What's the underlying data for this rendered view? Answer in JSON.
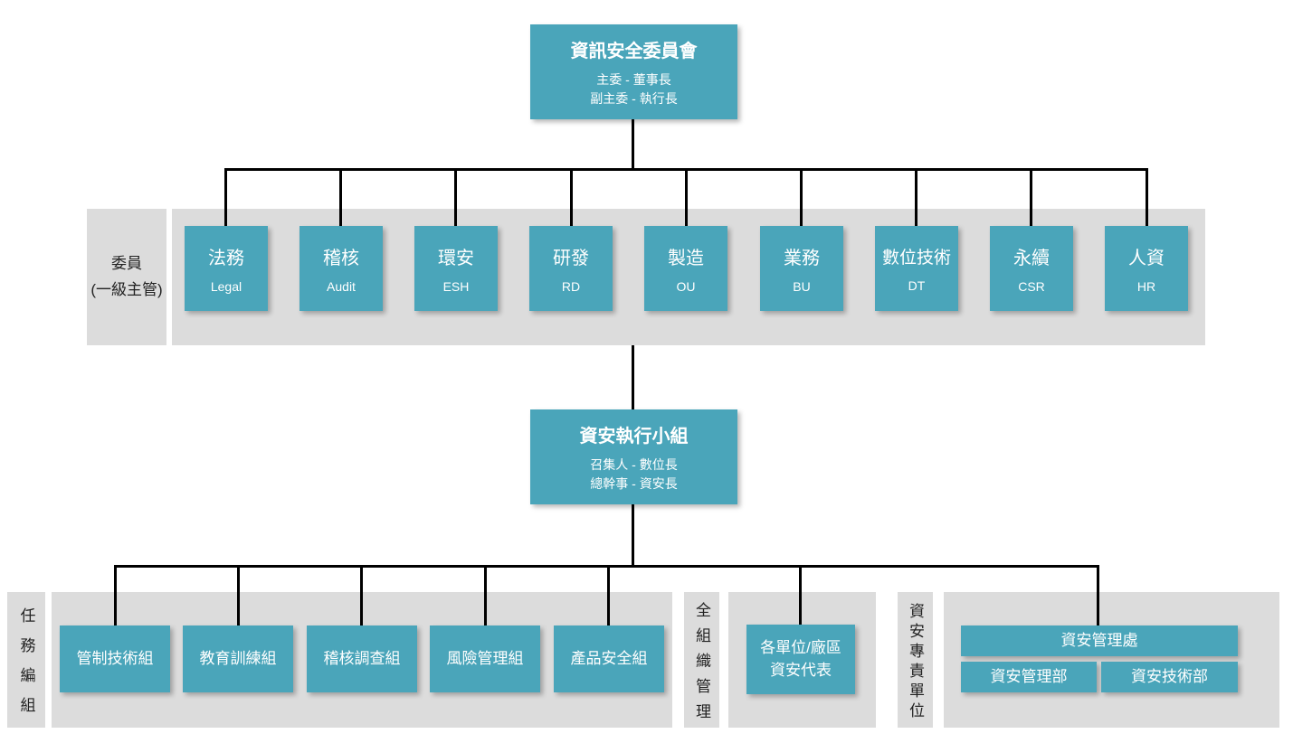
{
  "colors": {
    "node": "#4aa5ba",
    "band": "#dcdcdc",
    "line": "#000000",
    "node_text": "#ffffff",
    "label_text": "#222222"
  },
  "committee_box": {
    "title": "資訊安全委員會",
    "subtitle1": "主委 - 董事長",
    "subtitle2": "副主委 - 執行長"
  },
  "members_section": {
    "label_line1": "委員",
    "label_line2": "(一級主管)",
    "members": [
      {
        "zh": "法務",
        "en": "Legal"
      },
      {
        "zh": "稽核",
        "en": "Audit"
      },
      {
        "zh": "環安",
        "en": "ESH"
      },
      {
        "zh": "研發",
        "en": "RD"
      },
      {
        "zh": "製造",
        "en": "OU"
      },
      {
        "zh": "業務",
        "en": "BU"
      },
      {
        "zh": "數位技術",
        "en": "DT"
      },
      {
        "zh": "永續",
        "en": "CSR"
      },
      {
        "zh": "人資",
        "en": "HR"
      }
    ]
  },
  "exec_box": {
    "title": "資安執行小組",
    "subtitle1": "召集人 - 數位長",
    "subtitle2": "總幹事 - 資安長"
  },
  "task_section": {
    "label": "任務編組",
    "groups": [
      "管制技術組",
      "教育訓練組",
      "稽核調查組",
      "風險管理組",
      "產品安全組"
    ]
  },
  "orgwide_section": {
    "label": "全組織管理",
    "box_line1": "各單位/廠區",
    "box_line2": "資安代表"
  },
  "dedicated_section": {
    "label": "資安專責單位",
    "division": "資安管理處",
    "departments": [
      "資安管理部",
      "資安技術部"
    ]
  }
}
